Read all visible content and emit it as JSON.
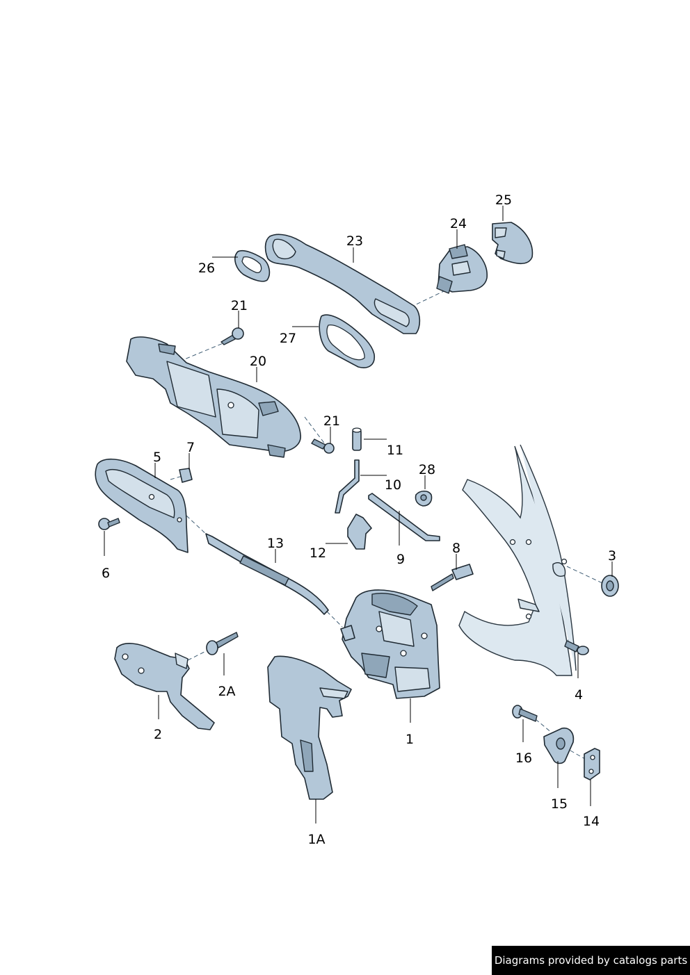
{
  "callouts": {
    "c25": "25",
    "c24": "24",
    "c23": "23",
    "c26": "26",
    "c21a": "21",
    "c27": "27",
    "c20": "20",
    "c21b": "21",
    "c11": "11",
    "c7": "7",
    "c5": "5",
    "c10": "10",
    "c28": "28",
    "c6": "6",
    "c13": "13",
    "c12": "12",
    "c9": "9",
    "c8": "8",
    "c3": "3",
    "c2A": "2A",
    "c4": "4",
    "c2": "2",
    "c1": "1",
    "c16": "16",
    "c15": "15",
    "c14": "14",
    "c1A": "1A"
  },
  "footer": {
    "credit": "Diagrams provided by catalogs parts"
  }
}
